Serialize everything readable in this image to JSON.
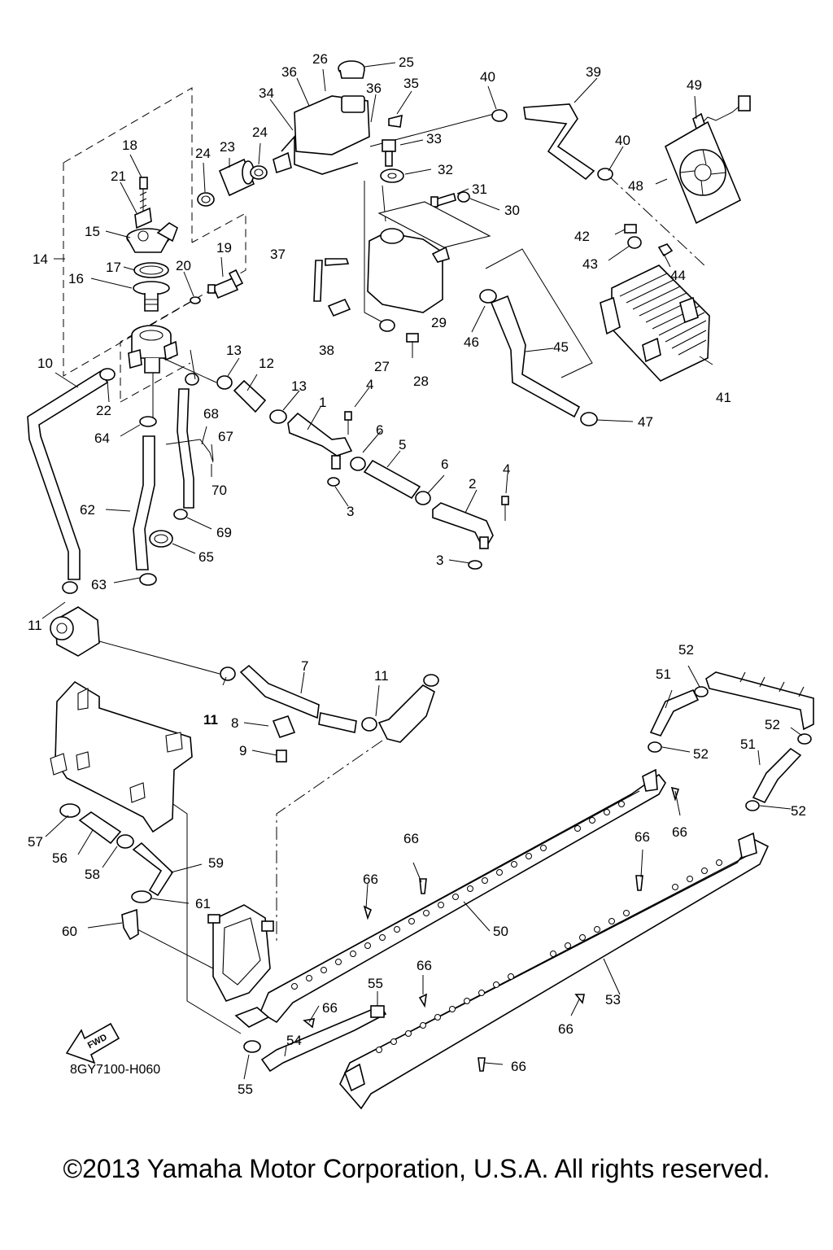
{
  "drawing_code": "8GY7100-H060",
  "fwd_label": "FWD",
  "copyright": "©2013 Yamaha Motor Corporation, U.S.A. All rights reserved.",
  "callouts": {
    "c1": "1",
    "c2": "2",
    "c3a": "3",
    "c3b": "3",
    "c4a": "4",
    "c4b": "4",
    "c5": "5",
    "c6a": "6",
    "c6b": "6",
    "c7": "7",
    "c8": "8",
    "c9": "9",
    "c10": "10",
    "c11a": "11",
    "c11b": "11",
    "c11c": "11",
    "c12": "12",
    "c13a": "13",
    "c13b": "13",
    "c14": "14",
    "c15": "15",
    "c16": "16",
    "c17": "17",
    "c18": "18",
    "c19": "19",
    "c20": "20",
    "c21": "21",
    "c22": "22",
    "c23": "23",
    "c24a": "24",
    "c24b": "24",
    "c25": "25",
    "c26": "26",
    "c27": "27",
    "c28": "28",
    "c29": "29",
    "c30": "30",
    "c31": "31",
    "c32": "32",
    "c33": "33",
    "c34": "34",
    "c35": "35",
    "c36a": "36",
    "c36b": "36",
    "c37": "37",
    "c38": "38",
    "c39": "39",
    "c40a": "40",
    "c40b": "40",
    "c41": "41",
    "c42": "42",
    "c43": "43",
    "c44": "44",
    "c45": "45",
    "c46": "46",
    "c47": "47",
    "c48": "48",
    "c49": "49",
    "c50": "50",
    "c51a": "51",
    "c51b": "51",
    "c52a": "52",
    "c52b": "52",
    "c52c": "52",
    "c52d": "52",
    "c53": "53",
    "c54": "54",
    "c55a": "55",
    "c55b": "55",
    "c56": "56",
    "c57": "57",
    "c58": "58",
    "c59": "59",
    "c60": "60",
    "c61": "61",
    "c62": "62",
    "c63": "63",
    "c64": "64",
    "c65": "65",
    "c66a": "66",
    "c66b": "66",
    "c66c": "66",
    "c66d": "66",
    "c66e": "66",
    "c66f": "66",
    "c66g": "66",
    "c66h": "66",
    "c67": "67",
    "c68": "68",
    "c69": "69",
    "c70": "70"
  }
}
